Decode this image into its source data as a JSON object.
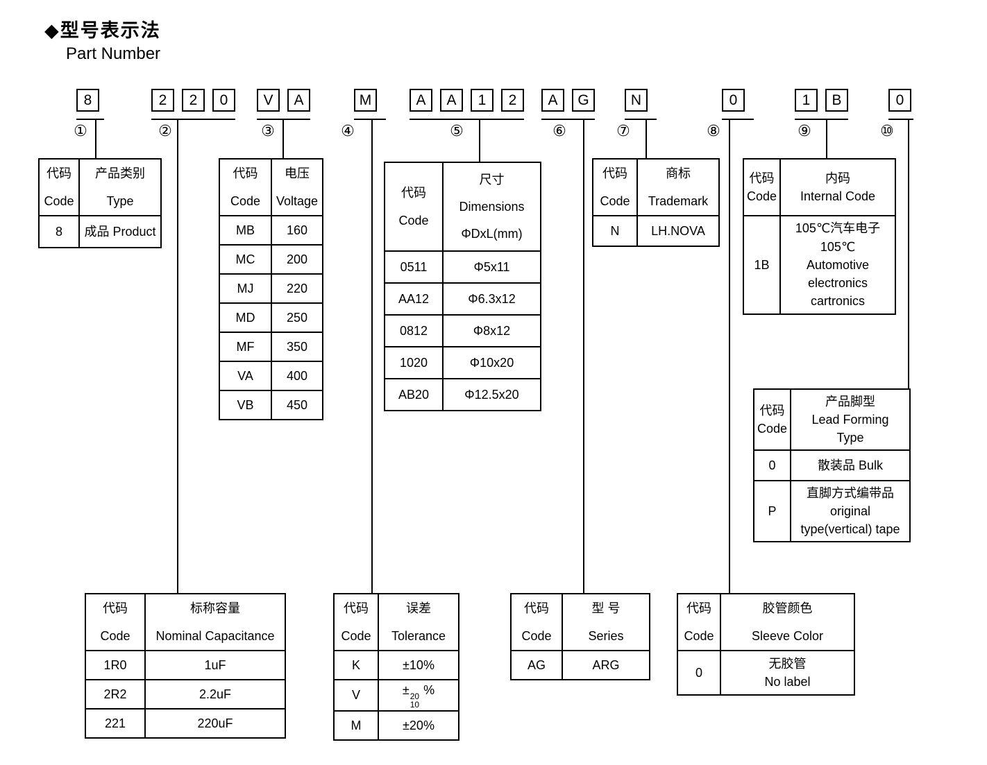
{
  "title": {
    "heading_cn": "◆型号表示法",
    "heading_en": "Part Number"
  },
  "segments": [
    {
      "marker": "①",
      "chars": [
        "8"
      ]
    },
    {
      "marker": "②",
      "chars": [
        "2",
        "2",
        "0"
      ]
    },
    {
      "marker": "③",
      "chars": [
        "V",
        "A"
      ]
    },
    {
      "marker": "④",
      "chars": [
        "M"
      ]
    },
    {
      "marker": "⑤",
      "chars": [
        "A",
        "A",
        "1",
        "2"
      ]
    },
    {
      "marker": "⑥",
      "chars": [
        "A",
        "G"
      ]
    },
    {
      "marker": "⑦",
      "chars": [
        "N"
      ]
    },
    {
      "marker": "⑧",
      "chars": [
        "0"
      ]
    },
    {
      "marker": "⑨",
      "chars": [
        "1",
        "B"
      ]
    },
    {
      "marker": "⑩",
      "chars": [
        "0"
      ]
    }
  ],
  "tables": {
    "product_type": {
      "header": {
        "col1_cn": "代码",
        "col1_en": "Code",
        "col2_cn": "产品类别",
        "col2_en": "Type"
      },
      "rows": [
        {
          "code": "8",
          "value": "成品 Product"
        }
      ]
    },
    "voltage": {
      "header": {
        "col1_cn": "代码",
        "col1_en": "Code",
        "col2_cn": "电压",
        "col2_en": "Voltage"
      },
      "rows": [
        {
          "code": "MB",
          "value": "160"
        },
        {
          "code": "MC",
          "value": "200"
        },
        {
          "code": "MJ",
          "value": "220"
        },
        {
          "code": "MD",
          "value": "250"
        },
        {
          "code": "MF",
          "value": "350"
        },
        {
          "code": "VA",
          "value": "400"
        },
        {
          "code": "VB",
          "value": "450"
        }
      ]
    },
    "dimensions": {
      "header": {
        "col1_cn": "代码",
        "col1_en": "Code",
        "col2_cn": "尺寸",
        "col2_en": "Dimensions",
        "col2_unit": "ΦDxL(mm)"
      },
      "rows": [
        {
          "code": "0511",
          "value": "Φ5x11"
        },
        {
          "code": "AA12",
          "value": "Φ6.3x12"
        },
        {
          "code": "0812",
          "value": "Φ8x12"
        },
        {
          "code": "1020",
          "value": "Φ10x20"
        },
        {
          "code": "AB20",
          "value": "Φ12.5x20"
        }
      ]
    },
    "trademark": {
      "header": {
        "col1_cn": "代码",
        "col1_en": "Code",
        "col2_cn": "商标",
        "col2_en": "Trademark"
      },
      "rows": [
        {
          "code": "N",
          "value": "LH.NOVA"
        }
      ]
    },
    "internal_code": {
      "header": {
        "col1_cn": "代码",
        "col1_en": "Code",
        "col2_cn": "内码",
        "col2_en": "Internal Code"
      },
      "rows": [
        {
          "code": "1B",
          "lines": [
            "105℃汽车电子",
            "105℃",
            "Automotive",
            "electronics",
            "cartronics"
          ]
        }
      ]
    },
    "lead_forming": {
      "header": {
        "col1_cn": "代码",
        "col1_en": "Code",
        "col2_cn": "产品脚型",
        "col2_en1": "Lead Forming",
        "col2_en2": "Type"
      },
      "rows": [
        {
          "code": "0",
          "value": "散装品 Bulk"
        },
        {
          "code": "P",
          "lines": [
            "直脚方式编带品",
            "original",
            "type(vertical) tape"
          ]
        }
      ]
    },
    "capacitance": {
      "header": {
        "col1_cn": "代码",
        "col1_en": "Code",
        "col2_cn": "标称容量",
        "col2_en": "Nominal Capacitance"
      },
      "rows": [
        {
          "code": "1R0",
          "value": "1uF"
        },
        {
          "code": "2R2",
          "value": "2.2uF"
        },
        {
          "code": "221",
          "value": "220uF"
        }
      ]
    },
    "tolerance": {
      "header": {
        "col1_cn": "代码",
        "col1_en": "Code",
        "col2_cn": "误差",
        "col2_en": "Tolerance"
      },
      "rows": [
        {
          "code": "K",
          "value": "±10%"
        },
        {
          "code": "V",
          "prefix": "±",
          "sup": "20",
          "sub": "10",
          "suffix": " %"
        },
        {
          "code": "M",
          "value": "±20%"
        }
      ]
    },
    "series": {
      "header": {
        "col1_cn": "代码",
        "col1_en": "Code",
        "col2_cn": "型 号",
        "col2_en": "Series"
      },
      "rows": [
        {
          "code": "AG",
          "value": "ARG"
        }
      ]
    },
    "sleeve": {
      "header": {
        "col1_cn": "代码",
        "col1_en": "Code",
        "col2_cn": "胶管颜色",
        "col2_en": "Sleeve Color"
      },
      "rows": [
        {
          "code": "0",
          "lines": [
            "无胶管",
            "No label"
          ]
        }
      ]
    }
  }
}
